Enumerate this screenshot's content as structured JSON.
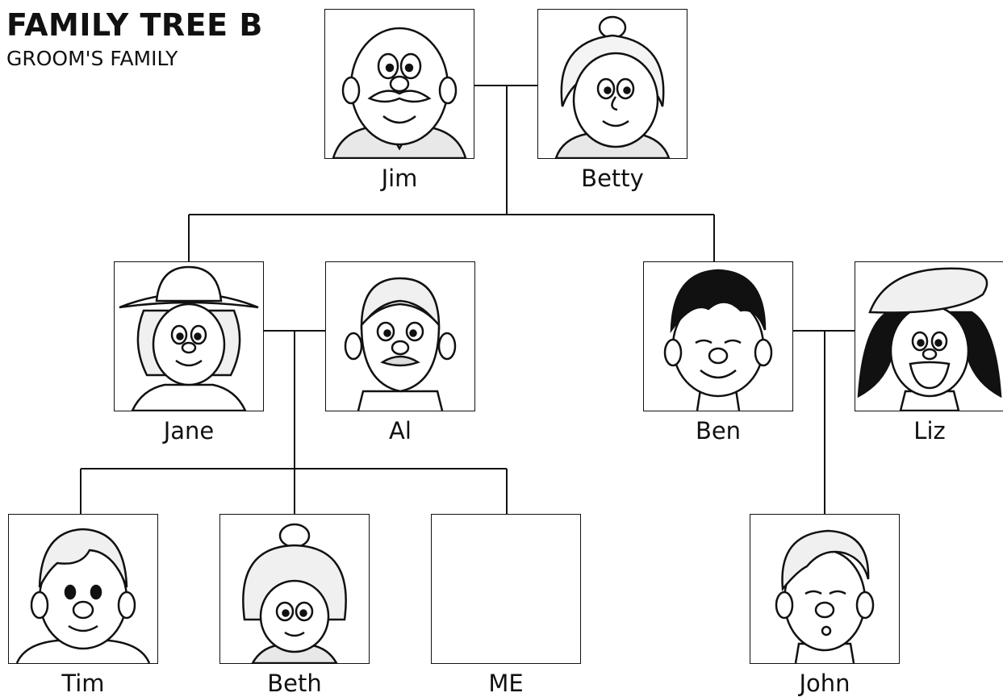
{
  "header": {
    "title": "FAMILY TREE B",
    "subtitle": "GROOM'S FAMILY"
  },
  "members": {
    "jim": {
      "name": "Jim",
      "icon": "grandfather-portrait-icon"
    },
    "betty": {
      "name": "Betty",
      "icon": "grandmother-portrait-icon"
    },
    "jane": {
      "name": "Jane",
      "icon": "woman-with-hat-portrait-icon"
    },
    "al": {
      "name": "Al",
      "icon": "man-with-mustache-portrait-icon"
    },
    "ben": {
      "name": "Ben",
      "icon": "man-portrait-icon"
    },
    "liz": {
      "name": "Liz",
      "icon": "woman-with-beret-portrait-icon"
    },
    "tim": {
      "name": "Tim",
      "icon": "boy-portrait-icon"
    },
    "beth": {
      "name": "Beth",
      "icon": "girl-portrait-icon"
    },
    "me": {
      "name": "ME",
      "icon": "empty-frame"
    },
    "john": {
      "name": "John",
      "icon": "boy-portrait-icon"
    }
  },
  "relationships": [
    {
      "type": "couple",
      "members": [
        "jim",
        "betty"
      ],
      "children": [
        "jane",
        "ben"
      ]
    },
    {
      "type": "couple",
      "members": [
        "jane",
        "al"
      ],
      "children": [
        "tim",
        "beth",
        "me"
      ]
    },
    {
      "type": "couple",
      "members": [
        "ben",
        "liz"
      ],
      "children": [
        "john"
      ]
    }
  ]
}
